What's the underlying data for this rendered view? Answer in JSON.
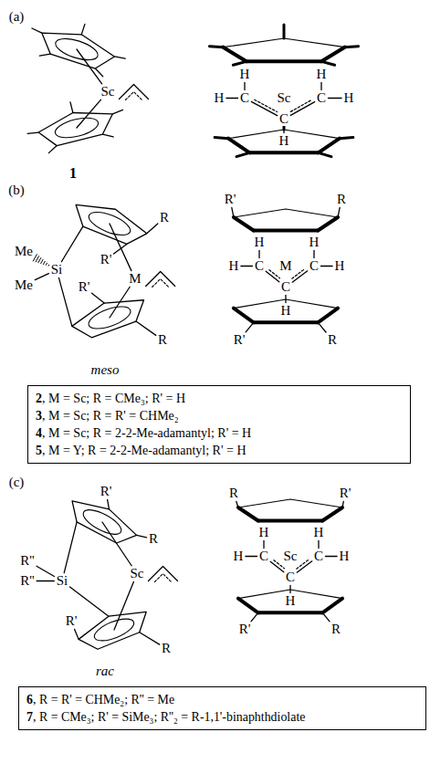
{
  "diagram": {
    "nodes": [
      {
        "text": [
          "2, M = Sc; R = CMe₃; R' = H",
          "3, M = Sc; R = R' = CHMe₂",
          "4, M = Sc; R = 2-2-Me-adamantyl; R' = H",
          "5, M = Y; R = 2-2-Me-adamantyl; R' = H"
        ]
      },
      {
        "text": [
          "6, R = R' = CHMe₂; R'' = Me",
          "7, R = CMe₃; R' = SiMe₃; R''₂ = R-1,1'-binaphthdiolate"
        ]
      }
    ],
    "labels": [
      "(a)",
      "Sc",
      "1",
      "H",
      "H",
      "H",
      "C",
      "Sc",
      "C",
      "H",
      "C",
      "H",
      "(b)",
      "R",
      "Me",
      "Me",
      "Si",
      "R'",
      "M",
      "R'",
      "R",
      "R'",
      "R",
      "H",
      "H",
      "H",
      "C",
      "M",
      "C",
      "H",
      "C",
      "H",
      "R'",
      "R",
      "meso",
      "(c)",
      "R'",
      "R''",
      "R''",
      "Si",
      "R",
      "Sc",
      "R'",
      "R",
      "R",
      "R'",
      "H",
      "H",
      "H",
      "C",
      "Sc",
      "C",
      "H",
      "C",
      "H",
      "R'",
      "R",
      "rac"
    ]
  }
}
